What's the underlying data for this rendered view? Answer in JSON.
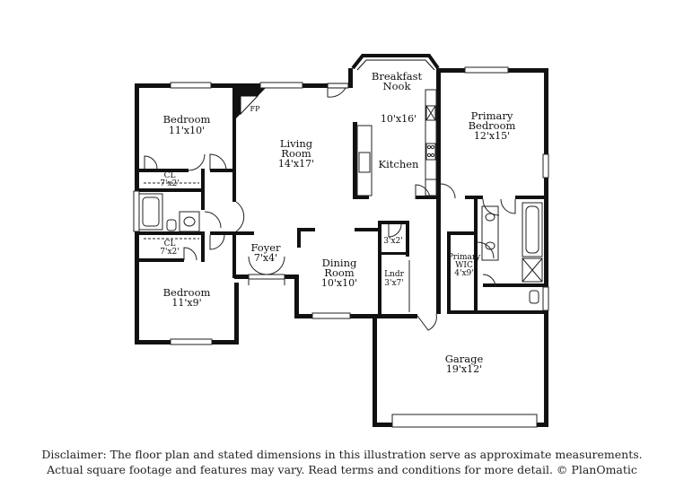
{
  "rooms": {
    "bedroom_1": {
      "name": "Bedroom",
      "dims": "11'x10'"
    },
    "living": {
      "name_line1": "Living",
      "name_line2": "Room",
      "dims": "14'x17'"
    },
    "fireplace": {
      "label": "FP"
    },
    "breakfast": {
      "name_line1": "Breakfast",
      "name_line2": "Nook",
      "dims": "10'x16'"
    },
    "kitchen": {
      "name": "Kitchen"
    },
    "primary_bedroom": {
      "name_line1": "Primary",
      "name_line2": "Bedroom",
      "dims": "12'x15'"
    },
    "closet_1": {
      "name": "CL",
      "dims": "7'x2'"
    },
    "closet_2": {
      "name": "CL",
      "dims": "7'x2'"
    },
    "bedroom_2": {
      "name": "Bedroom",
      "dims": "11'x9'"
    },
    "foyer": {
      "name": "Foyer",
      "dims": "7'x4'"
    },
    "dining": {
      "name_line1": "Dining",
      "name_line2": "Room",
      "dims": "10'x10'"
    },
    "pantry": {
      "dims": "3'x2'"
    },
    "laundry": {
      "name": "Lndr",
      "dims": "3'x7'"
    },
    "primary_wic": {
      "name_line1": "Primary",
      "name_line2": "WIC",
      "dims": "4'x9'"
    },
    "garage": {
      "name": "Garage",
      "dims": "19'x12'"
    }
  },
  "disclaimer": {
    "line1": "Disclaimer: The floor plan and stated dimensions in this illustration serve as approximate measurements.",
    "line2": "Actual square footage and features may vary. Read terms and conditions for more detail. © PlanOmatic"
  }
}
